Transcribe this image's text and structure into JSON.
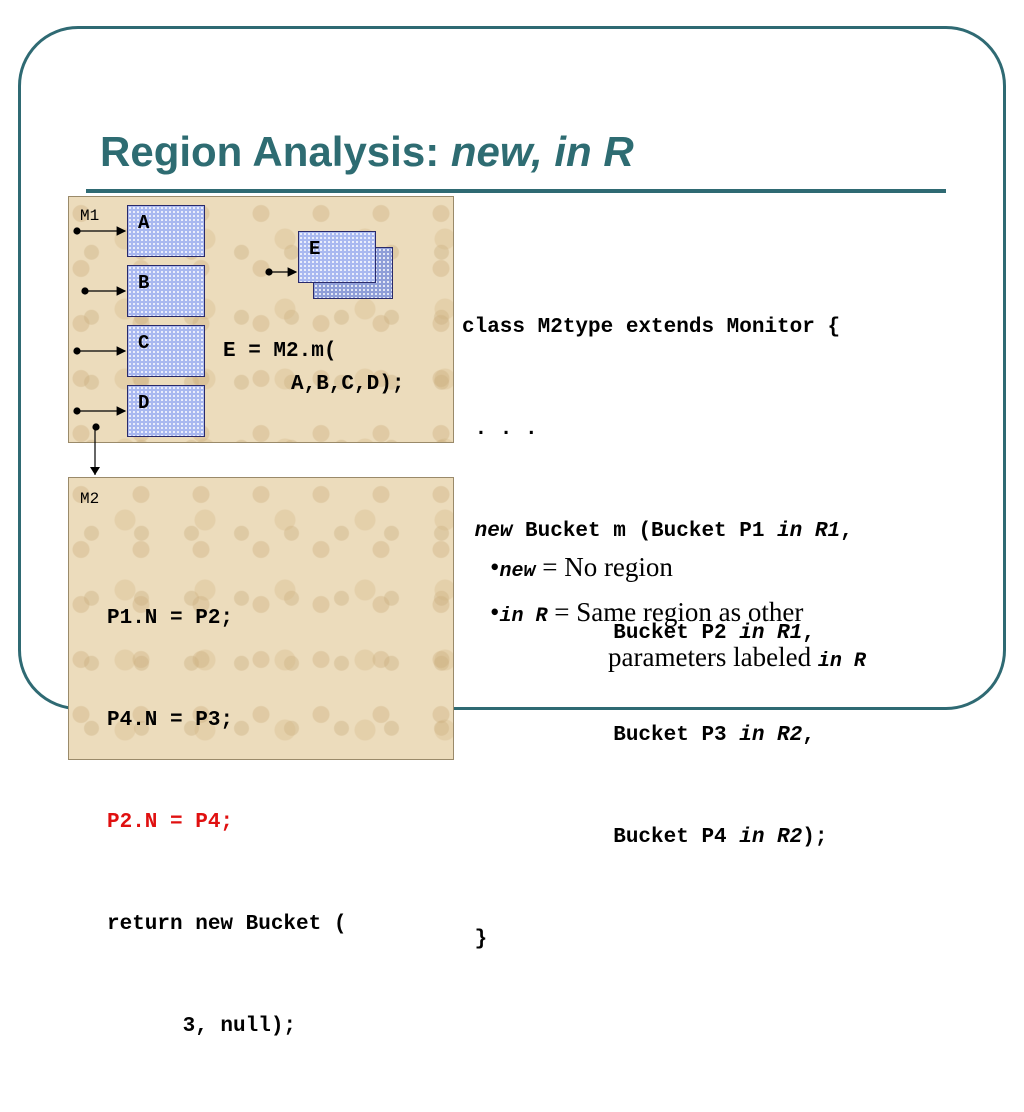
{
  "title": {
    "main": "Region Analysis: ",
    "italic": "new, in R"
  },
  "m1": {
    "label": "M1",
    "boxes": [
      "A",
      "B",
      "C",
      "D"
    ],
    "e_box": "E",
    "stmt_line1": "E = M2.m(",
    "stmt_line2": "A,B,C,D);"
  },
  "m2": {
    "label": "M2",
    "lines": [
      "P1.N = P2;",
      "P4.N = P3;",
      "P2.N = P4;",
      "return new Bucket (",
      "      3, null);"
    ]
  },
  "code": {
    "line1": "class M2type extends Monitor {",
    "line2": " . . .",
    "line3_kw": "new",
    "line3_rest": " Bucket m (Bucket P1 ",
    "line3_in": "in R1",
    "line3_end": ",",
    "line4_pre": "            Bucket P2 ",
    "line4_in": "in R1",
    "line4_end": ",",
    "line5_pre": "            Bucket P3 ",
    "line5_in": "in R2",
    "line5_end": ",",
    "line6_pre": "            Bucket P4 ",
    "line6_in": "in R2",
    "line6_end": ");",
    "line7": " }"
  },
  "bullets": {
    "b1_kw": "new",
    "b1_text": " = No region",
    "b2_kw": "in R",
    "b2_text": "= Same region as other",
    "b3_text": "parameters labeled ",
    "b3_kw": "in R"
  },
  "colors": {
    "title": "#2e6c72",
    "frame": "#2f6a73",
    "highlight": "#e01010",
    "box": "#a9b8f0"
  }
}
